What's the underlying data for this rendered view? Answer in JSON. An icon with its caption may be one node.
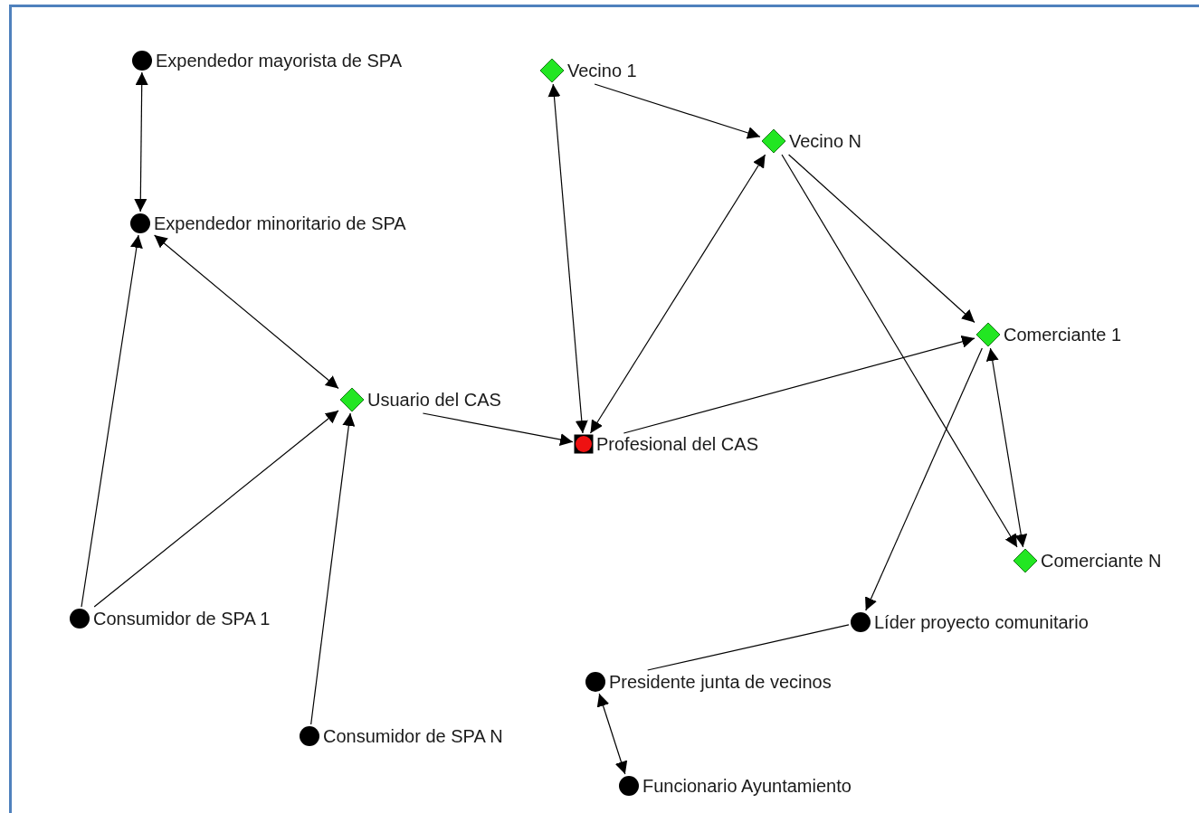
{
  "diagram": {
    "nodes": [
      {
        "text": [
          "Expendedor mayorista de SPA"
        ]
      },
      {
        "text": [
          "Expendedor minoritario de SPA"
        ]
      },
      {
        "text": [
          "Usuario del CAS"
        ]
      },
      {
        "text": [
          "Vecino 1"
        ]
      },
      {
        "text": [
          "Vecino N"
        ]
      },
      {
        "text": [
          "Profesional del CAS"
        ]
      },
      {
        "text": [
          "Comerciante 1"
        ]
      },
      {
        "text": [
          "Comerciante N"
        ]
      },
      {
        "text": [
          "Consumidor de SPA 1"
        ]
      },
      {
        "text": [
          "Líder proyecto comunitario"
        ]
      },
      {
        "text": [
          "Presidente junta de vecinos"
        ]
      },
      {
        "text": [
          "Consumidor de SPA N"
        ]
      },
      {
        "text": [
          "Funcionario Ayuntamiento"
        ]
      }
    ],
    "edges": [
      {
        "from": 0,
        "to": 1,
        "arrow": "both"
      },
      {
        "from": 1,
        "to": 2,
        "arrow": "both"
      },
      {
        "from": 8,
        "to": 1,
        "arrow": "to"
      },
      {
        "from": 8,
        "to": 2,
        "arrow": "to"
      },
      {
        "from": 11,
        "to": 2,
        "arrow": "to"
      },
      {
        "from": 2,
        "to": 5,
        "arrow": "to"
      },
      {
        "from": 3,
        "to": 5,
        "arrow": "both"
      },
      {
        "from": 3,
        "to": 4,
        "arrow": "to"
      },
      {
        "from": 5,
        "to": 4,
        "arrow": "both"
      },
      {
        "from": 5,
        "to": 6,
        "arrow": "to"
      },
      {
        "from": 4,
        "to": 6,
        "arrow": "to"
      },
      {
        "from": 4,
        "to": 7,
        "arrow": "to"
      },
      {
        "from": 6,
        "to": 7,
        "arrow": "both"
      },
      {
        "from": 6,
        "to": 9,
        "arrow": "to"
      },
      {
        "from": 9,
        "to": 10,
        "arrow": "none"
      },
      {
        "from": 10,
        "to": 12,
        "arrow": "both"
      }
    ]
  }
}
